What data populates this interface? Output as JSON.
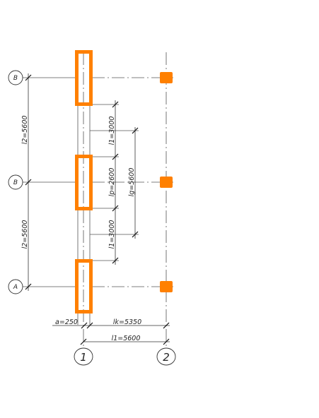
{
  "rows": {
    "top": "B",
    "middle": "B",
    "bottom": "A"
  },
  "axes": {
    "left": "1",
    "right": "2"
  },
  "dimensions": {
    "l2_top": "l2=5600",
    "l2_bottom": "l2=5600",
    "l1_top": "l1=3000",
    "l1_bottom": "l1=3000",
    "lp": "lp=2600",
    "lg": "lg=5600",
    "a": "a=250",
    "lk": "lk=5350",
    "l1_horizontal": "l1=5600"
  },
  "colors": {
    "column": "#ff8000",
    "line": "#555555"
  }
}
